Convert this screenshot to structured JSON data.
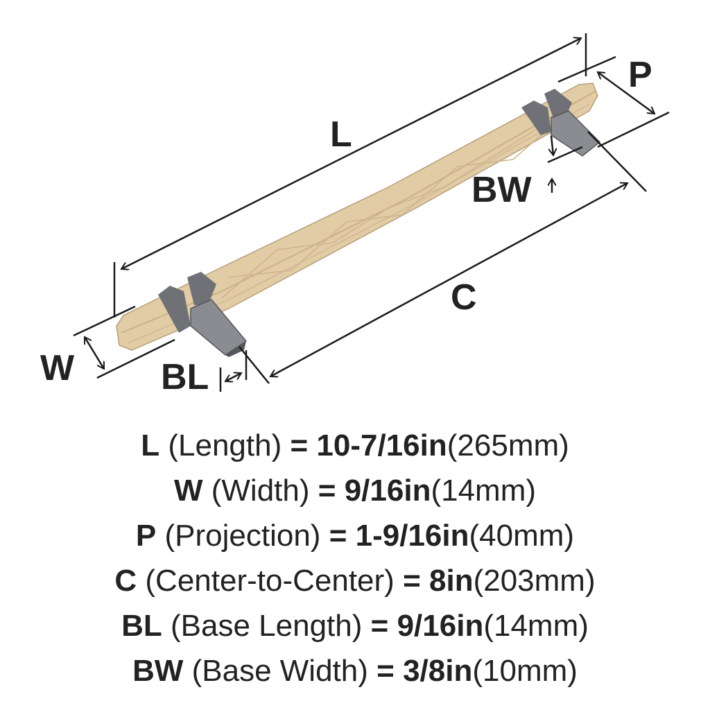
{
  "diagram_labels": {
    "L": "L",
    "W": "W",
    "P": "P",
    "C": "C",
    "BL": "BL",
    "BW": "BW"
  },
  "colors": {
    "handle": "#e2cca6",
    "handle_shade": "#c9b088",
    "post": "#7e8085",
    "post_dark": "#55575b",
    "line": "#1a1a1a"
  },
  "specs": [
    {
      "code": "L",
      "name": "(Length)",
      "eq": "=",
      "imperial": "10-7/16in",
      "metric": "(265mm)"
    },
    {
      "code": "W",
      "name": "(Width)",
      "eq": "=",
      "imperial": "9/16in",
      "metric": "(14mm)"
    },
    {
      "code": "P",
      "name": "(Projection)",
      "eq": "=",
      "imperial": "1-9/16in",
      "metric": "(40mm)"
    },
    {
      "code": "C",
      "name": "(Center-to-Center)",
      "eq": "=",
      "imperial": "8in",
      "metric": "(203mm)"
    },
    {
      "code": "BL",
      "name": "(Base Length)",
      "eq": "=",
      "imperial": "9/16in",
      "metric": "(14mm)"
    },
    {
      "code": "BW",
      "name": "(Base Width)",
      "eq": "=",
      "imperial": "3/8in",
      "metric": "(10mm)"
    }
  ]
}
